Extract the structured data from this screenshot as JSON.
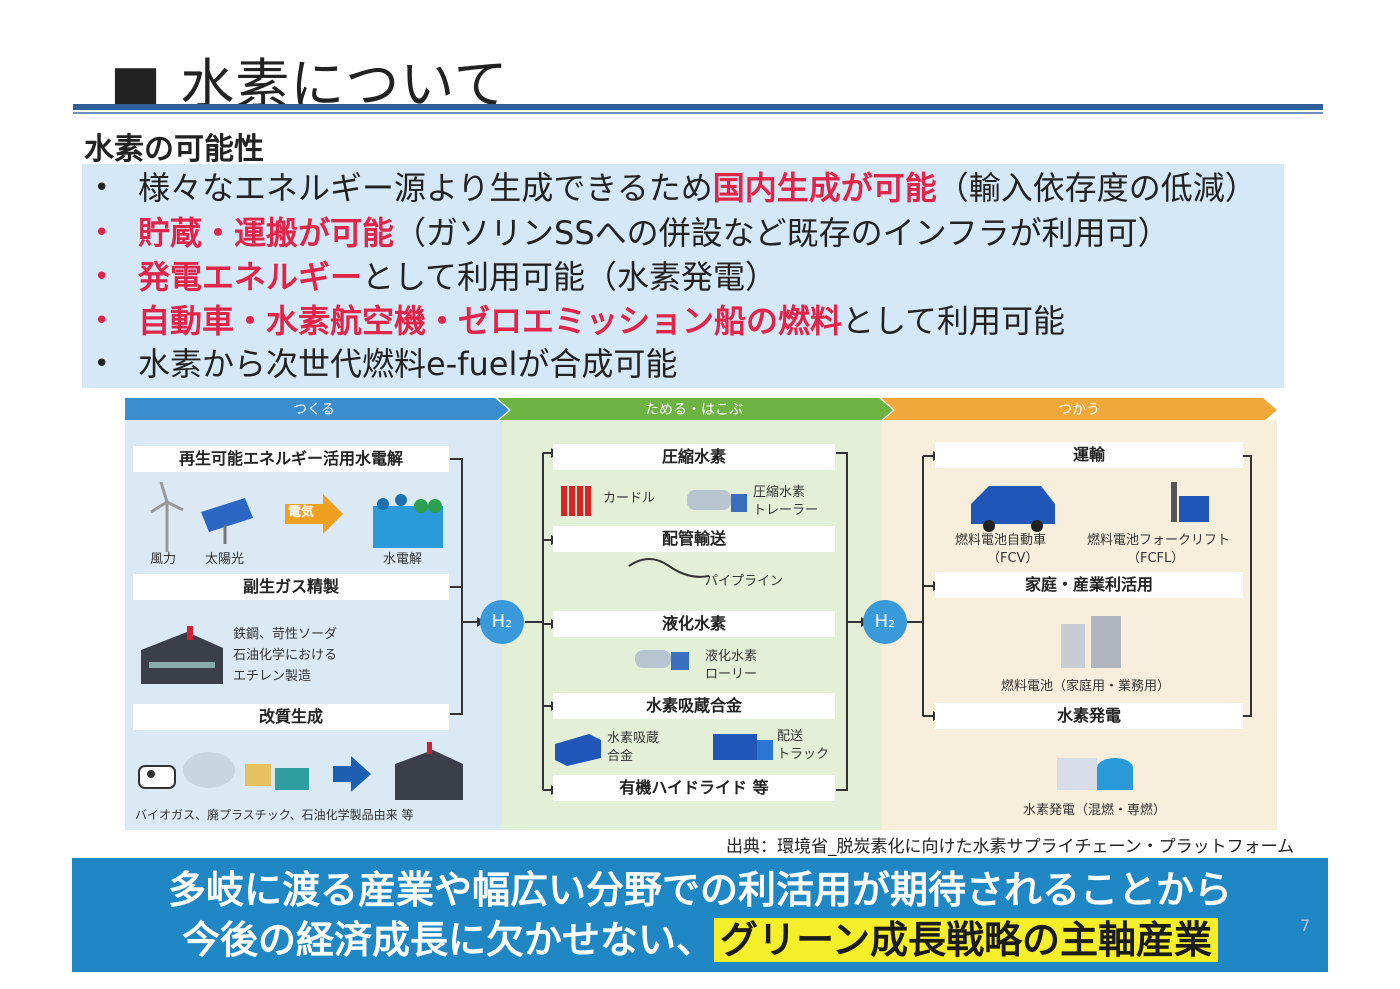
{
  "header": {
    "square": "■",
    "title": "水素について"
  },
  "section": {
    "heading": "水素の可能性"
  },
  "bullets": [
    {
      "mark": "•",
      "before": "様々なエネルギー源より生成できるため",
      "highlight": "国内生成が可能",
      "after": "（輸入依存度の低減）"
    },
    {
      "mark": "•",
      "before": "",
      "highlight": "貯蔵・運搬が可能",
      "after": "（ガソリンSSへの併設など既存のインフラが利用可）"
    },
    {
      "mark": "•",
      "before": "",
      "highlight": "発電エネルギー",
      "after": "として利用可能（水素発電）"
    },
    {
      "mark": "•",
      "before": "",
      "highlight": "自動車・水素航空機・ゼロエミッション船の燃料",
      "after": "として利用可能"
    },
    {
      "mark": "•",
      "before": "水素から次世代燃料e-fuelが合成可能",
      "highlight": "",
      "after": ""
    }
  ],
  "diagram": {
    "phases": [
      "つくる",
      "ためる・はこぶ",
      "つかう"
    ],
    "make": {
      "renewable": "再生可能エネルギー活用水電解",
      "wind": "風力",
      "solar": "太陽光",
      "electricity": "電気",
      "electrolysis": "水電解",
      "byproduct": "副生ガス精製",
      "byproduct_desc": [
        "鉄鋼、苛性ソーダ",
        "石油化学における",
        "エチレン製造"
      ],
      "reforming": "改質生成",
      "reforming_desc": "バイオガス、廃プラスチック、石油化学製品由来 等"
    },
    "h2": "H₂",
    "store": {
      "compressed": "圧縮水素",
      "cardle": "カードル",
      "trailer": [
        "圧縮水素",
        "トレーラー"
      ],
      "pipeline_title": "配管輸送",
      "pipeline": "パイプライン",
      "liquefied": "液化水素",
      "lorry": [
        "液化水素",
        "ローリー"
      ],
      "alloy_title": "水素吸蔵合金",
      "alloy": [
        "水素吸蔵",
        "合金"
      ],
      "truck": [
        "配送",
        "トラック"
      ],
      "organic": "有機ハイドライド 等"
    },
    "use": {
      "transport": "運輸",
      "fcv": [
        "燃料電池自動車",
        "（FCV）"
      ],
      "fcfl": [
        "燃料電池フォークリフト",
        "（FCFL）"
      ],
      "home_industry": "家庭・産業利活用",
      "fuel_cell": "燃料電池（家庭用・業務用）",
      "power": "水素発電",
      "power_desc": "水素発電（混燃・専燃）"
    }
  },
  "source": "出典：環境省_脱炭素化に向けた水素サプライチェーン・プラットフォーム",
  "banner": {
    "line1": "多岐に渡る産業や幅広い分野での利活用が期待されることから",
    "line2_before": "今後の経済成長に欠かせない、",
    "line2_highlight": "グリーン成長戦略の主軸産業"
  },
  "page_number": "7",
  "colors": {
    "accent_red": "#e0244a",
    "title_rule": "#2f5f9a",
    "bullet_bg": "#d5e8f7",
    "banner_bg": "#1f87c4",
    "highlight": "#f5ef2a",
    "phase_make": "#3a8ed0",
    "phase_store": "#6db344",
    "phase_use": "#f0a83a"
  }
}
